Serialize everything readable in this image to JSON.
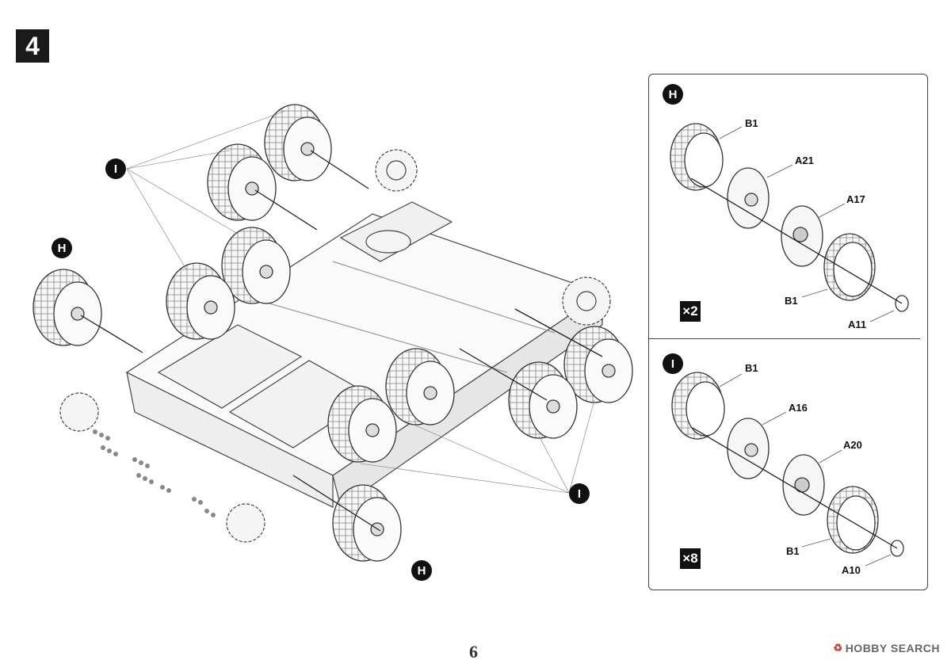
{
  "step_number": "4",
  "page_number": "6",
  "watermark": {
    "logo": "♻",
    "text": "HOBBY SEARCH"
  },
  "main_callouts": [
    {
      "id": "callout-i-top",
      "text": "I"
    },
    {
      "id": "callout-h-left",
      "text": "H"
    },
    {
      "id": "callout-h-bottom",
      "text": "H"
    },
    {
      "id": "callout-i-bottom",
      "text": "I"
    }
  ],
  "inset_h": {
    "callout": "H",
    "multiplier": "×2",
    "labels": {
      "b1_top": "B1",
      "a21": "A21",
      "a17": "A17",
      "b1_bottom": "B1",
      "a11": "A11"
    }
  },
  "inset_i": {
    "callout": "I",
    "multiplier": "×8",
    "labels": {
      "b1_top": "B1",
      "a16": "A16",
      "a20": "A20",
      "b1_bottom": "B1",
      "a10": "A10"
    }
  },
  "colors": {
    "ink": "#111111",
    "line": "#555555",
    "fill": "#f4f4f4"
  }
}
